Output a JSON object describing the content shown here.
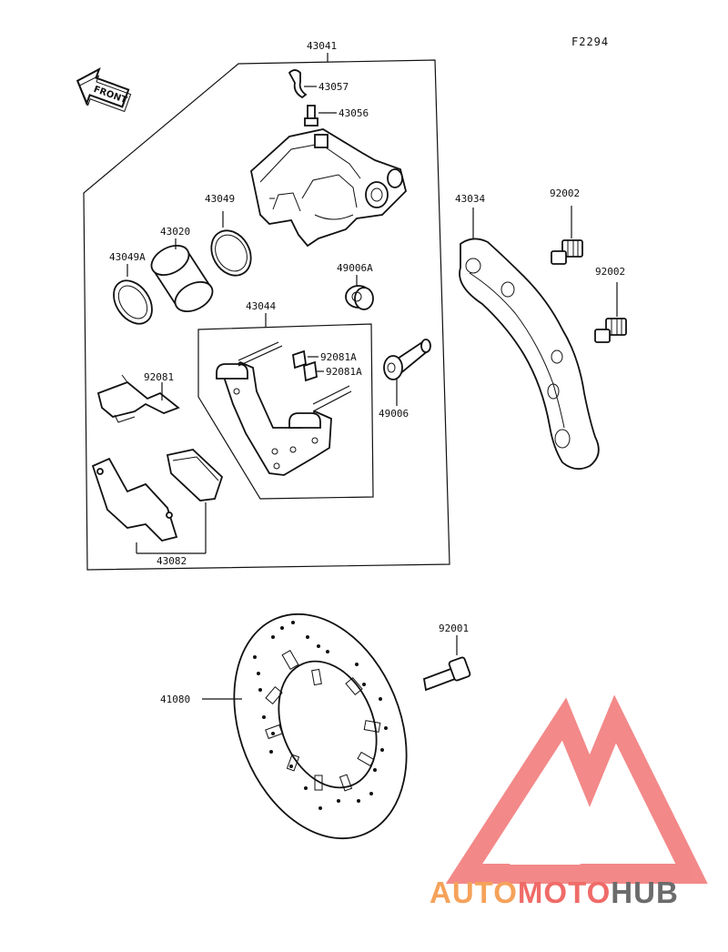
{
  "figure_code": "F2294",
  "front_arrow_label": "FRONT",
  "parts": {
    "p43041": "43041",
    "p43057": "43057",
    "p43056": "43056",
    "p43049": "43049",
    "p43020": "43020",
    "p43049A": "43049A",
    "p49006A": "49006A",
    "p43044": "43044",
    "p92081A_1": "92081A",
    "p92081A_2": "92081A",
    "p49006": "49006",
    "p92081": "92081",
    "p43082": "43082",
    "p43034": "43034",
    "p92002_1": "92002",
    "p92002_2": "92002",
    "p92001": "92001",
    "p41080": "41080"
  },
  "watermark": {
    "part1": "AUTO",
    "part2": "MOTO",
    "part3": "HUB",
    "color1": "#f5a25a",
    "color2": "#ef6b68",
    "color3": "#6b6b6b",
    "logo_color": "#f27c7c"
  }
}
